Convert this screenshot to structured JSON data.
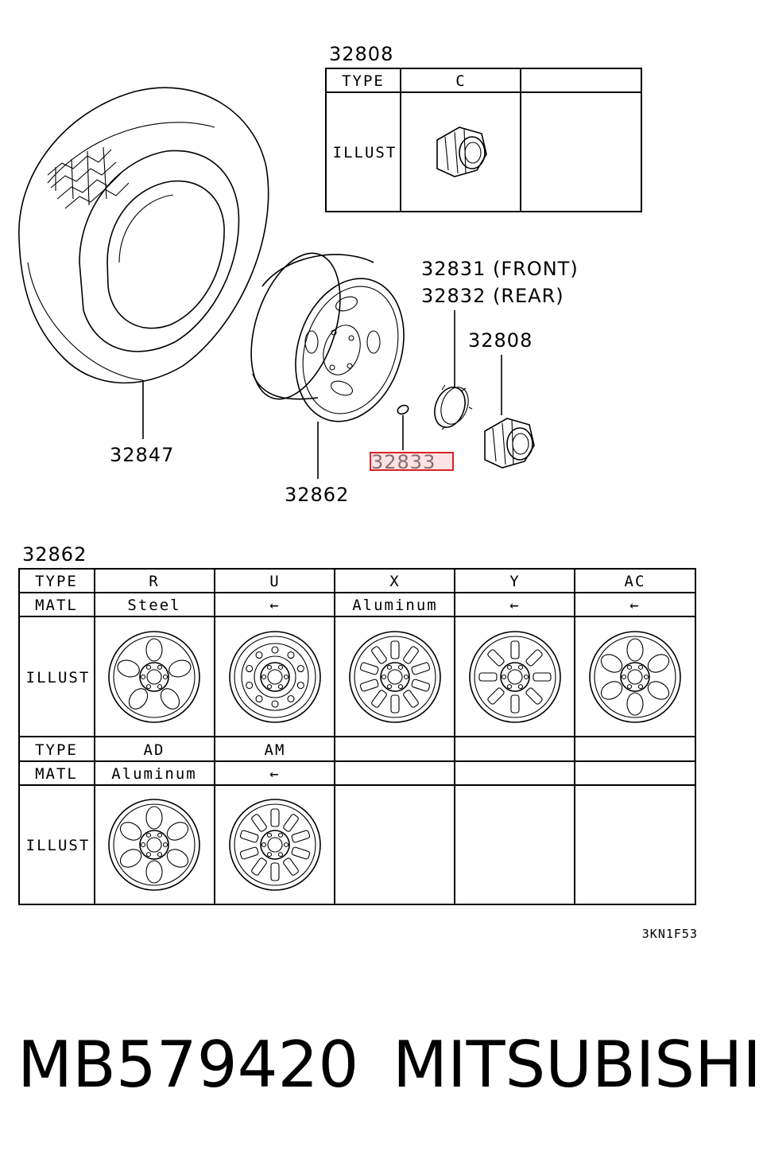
{
  "callouts": {
    "cap_table_number": "32808",
    "tire": "32847",
    "wheel": "32862",
    "nut": "32833",
    "ornament_front": "32831 (FRONT)",
    "ornament_rear": "32832 (REAR)",
    "cap": "32808",
    "wheel_table_number": "32862"
  },
  "cap_table": {
    "type_header": "TYPE",
    "type_value": "C",
    "illust_header": "ILLUST"
  },
  "wheel_table": {
    "type_header": "TYPE",
    "matl_header": "MATL",
    "illust_header": "ILLUST",
    "row1": {
      "types": [
        "R",
        "U",
        "X",
        "Y",
        "AC"
      ],
      "materials": [
        "Steel",
        "←",
        "Aluminum",
        "←",
        "←"
      ]
    },
    "row2": {
      "types": [
        "AD",
        "AM",
        "",
        "",
        ""
      ],
      "materials": [
        "Aluminum",
        "←",
        "",
        "",
        ""
      ]
    }
  },
  "diagram_code": "3KN1F53",
  "part_number": "MB579420",
  "brand": "MITSUBISHI",
  "colors": {
    "highlight": "#d9232a",
    "line": "#000000"
  }
}
